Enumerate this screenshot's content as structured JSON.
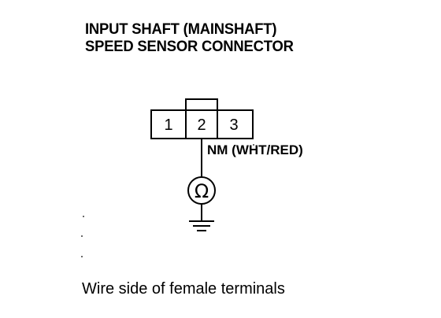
{
  "title": {
    "line1": "INPUT SHAFT (MAINSHAFT)",
    "line2": "SPEED SENSOR CONNECTOR"
  },
  "connector": {
    "pins": [
      "1",
      "2",
      "3"
    ]
  },
  "wire": {
    "label": "NM (WHT/RED)"
  },
  "meter": {
    "symbol": "Ω",
    "icon": "ohmmeter-icon"
  },
  "ground": {
    "icon": "ground-icon"
  },
  "caption": "Wire side of female terminals"
}
